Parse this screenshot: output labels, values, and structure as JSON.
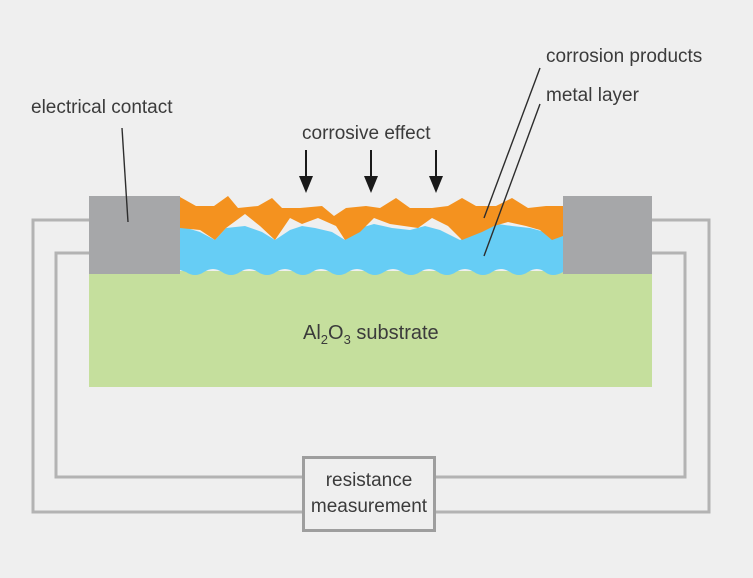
{
  "labels": {
    "electrical_contact": "electrical contact",
    "corrosive_effect": "corrosive effect",
    "corrosion_products": "corrosion products",
    "metal_layer": "metal layer",
    "substrate": {
      "part1": "Al",
      "sub1": "2",
      "part2": "O",
      "sub2": "3",
      "part3": " substrate"
    },
    "resistance_measurement": {
      "line1": "resistance",
      "line2": "measurement"
    }
  },
  "colors": {
    "background": "#efefef",
    "substrate": "#c5df9d",
    "metal_layer": "#66cdf5",
    "corrosion_products": "#f4921f",
    "contact": "#a6a7a9",
    "wire": "#b3b3b3",
    "text": "#3b3b3b",
    "arrow": "#1a1a1a"
  }
}
